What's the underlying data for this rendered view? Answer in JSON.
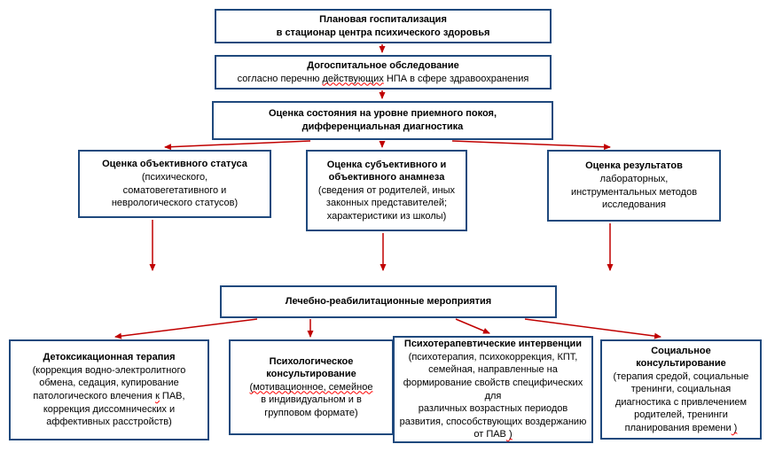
{
  "colors": {
    "box_border": "#1F497D",
    "arrow": "#C00000",
    "squiggle": "#FF0000",
    "text": "#000000",
    "background": "#FFFFFF"
  },
  "nodes": {
    "top": {
      "text": "Плановая госпитализация\nв стационар центра психического здоровья"
    },
    "prehospital": {
      "title": "Догоспитальное обследование",
      "line2_pre": "согласно перечню ",
      "line2_sq": "действующих",
      "line2_post": " НПА в сфере здравоохранения"
    },
    "admission": {
      "text": "Оценка состояния на уровне приемного покоя,\nдифференциальная диагностика"
    },
    "objective_status": {
      "title": "Оценка объективного статуса",
      "body": "(психического,\nсоматовегетативного и\nневрологического статусов)"
    },
    "anamnesis": {
      "title": "Оценка субъективного и\nобъективного анамнеза",
      "body": "(сведения от родителей, иных\nзаконных представителей;\nхарактеристики из школы)"
    },
    "lab_results": {
      "title": "Оценка результатов",
      "body": "лабораторных,\nинструментальных методов\nисследования"
    },
    "rehab": {
      "title": "Лечебно-реабилитационные мероприятия"
    },
    "detox": {
      "title": "Детоксикационная терапия",
      "body_pre": "(коррекция водно-электролитного\nобмена, седация, купирование\nпатологического влечения ",
      "body_sq": "к",
      "body_post": " ПАВ,\nкоррекция диссомнических и\nаффективных расстройств)"
    },
    "psych_counseling": {
      "title": "Психологическое\nконсультирование",
      "body_sq": "(мотивационное, семейное",
      "body_post": "\nв индивидуальном и в\nгрупповом формате)"
    },
    "psychotherapy": {
      "title": "Психотерапевтические интервенции",
      "body_pre": "(психотерапия, психокоррекция, КПТ,\nсемейная, направленные на\nформирование свойств специфических для\nразличных возрастных периодов\nразвития, способствующих воздержанию\nот ПАВ",
      "body_sq": " )"
    },
    "social": {
      "title": "Социальное\nконсультирование",
      "body_pre": "(терапия средой, социальные\nтренинги, социальная\nдиагностика с привлечением\nродителей, тренинги\nпланирования времени",
      "body_sq": " )"
    }
  }
}
